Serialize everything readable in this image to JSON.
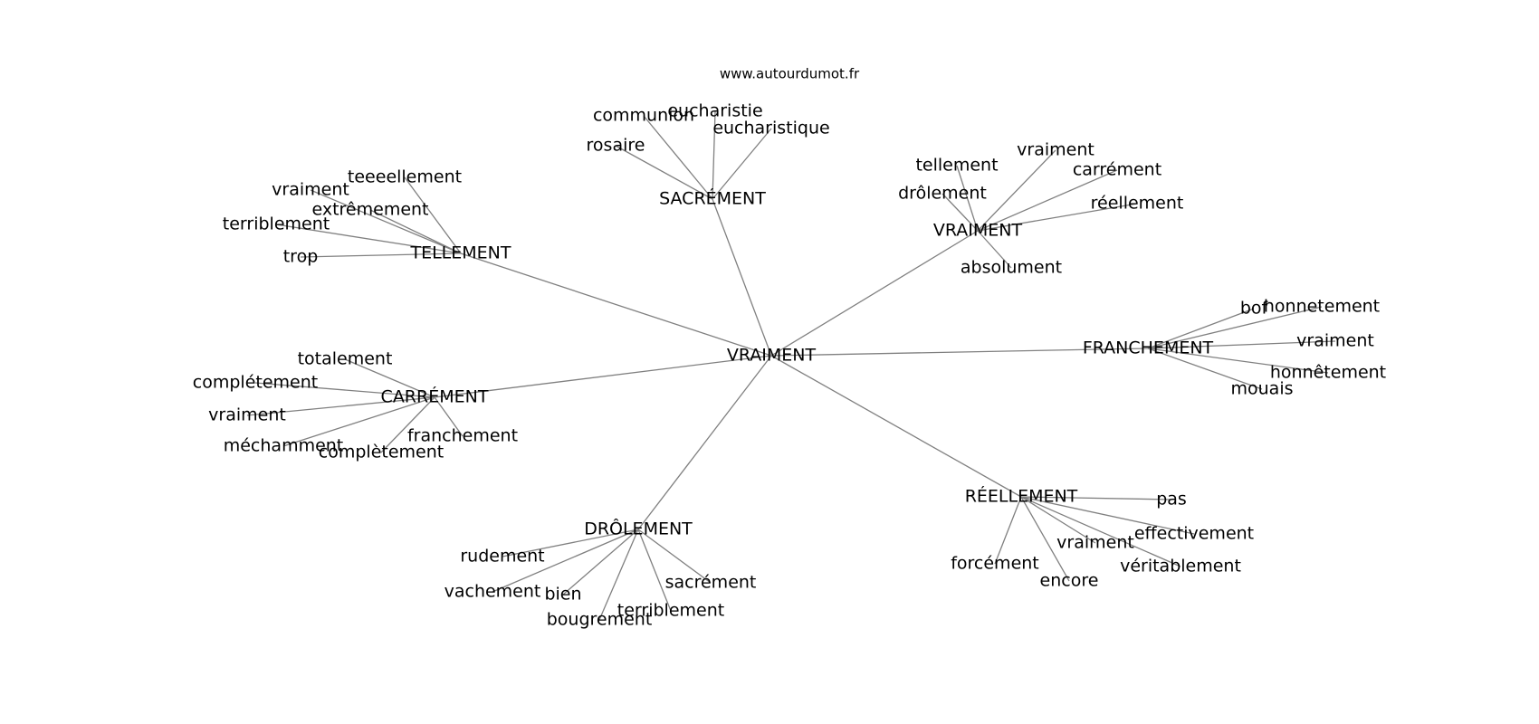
{
  "watermark": "www.autourdumot.fr",
  "graph": {
    "center": "VRAIMENT",
    "clusters": [
      {
        "hub": "TELLEMENT",
        "leaves": [
          "teeeellement",
          "vraiment",
          "extrêmement",
          "terriblement",
          "trop"
        ]
      },
      {
        "hub": "SACRÉMENT",
        "leaves": [
          "communion",
          "eucharistie",
          "eucharistique",
          "rosaire"
        ]
      },
      {
        "hub": "VRAIMENT",
        "leaves": [
          "tellement",
          "vraiment",
          "carrément",
          "drôlement",
          "réellement",
          "absolument"
        ]
      },
      {
        "hub": "FRANCHEMENT",
        "leaves": [
          "bof",
          "honnetement",
          "vraiment",
          "honnêtement",
          "mouais"
        ]
      },
      {
        "hub": "CARRÉMENT",
        "leaves": [
          "totalement",
          "complétement",
          "vraiment",
          "méchamment",
          "complètement",
          "franchement"
        ]
      },
      {
        "hub": "DRÔLEMENT",
        "leaves": [
          "rudement",
          "vachement",
          "bien",
          "bougrement",
          "terriblement",
          "sacrément"
        ]
      },
      {
        "hub": "RÉELLEMENT",
        "leaves": [
          "pas",
          "effectivement",
          "vraiment",
          "véritablement",
          "forcément",
          "encore"
        ]
      }
    ]
  }
}
